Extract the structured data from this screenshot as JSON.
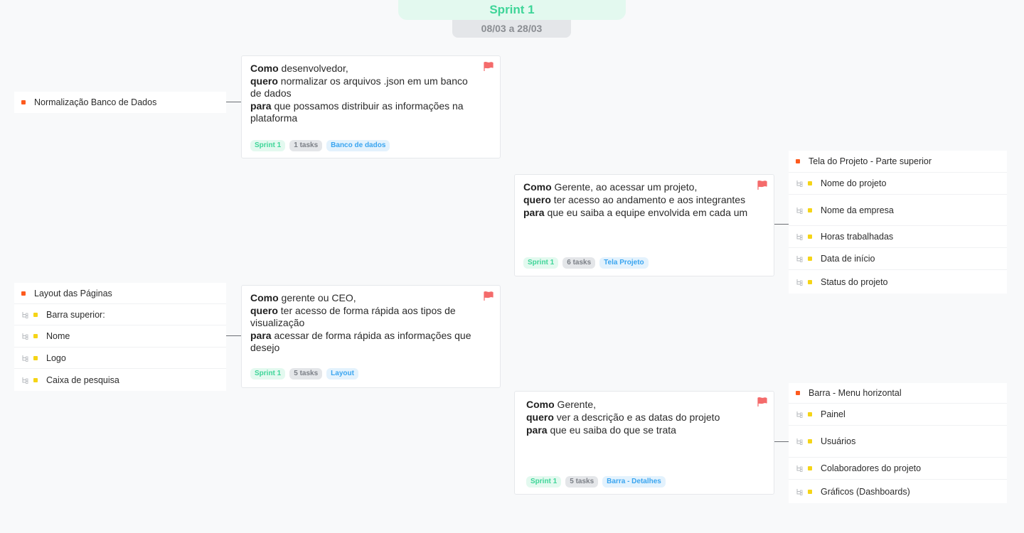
{
  "header": {
    "sprint": "Sprint 1",
    "dates": "08/03 a 28/03"
  },
  "colors": {
    "green": "#3ed598",
    "flag": "#f46b6b",
    "parent": "#fd5a1e",
    "child": "#f5d416",
    "blue": "#3aa5f0"
  },
  "cards": [
    {
      "como": "Como",
      "como_text": " desenvolvedor,",
      "quero": "quero",
      "quero_text": " normalizar os arquivos .json em um banco de dados",
      "para": "para",
      "para_text": " que possamos distribuir as informações na plataforma",
      "tags": {
        "sprint": "Sprint 1",
        "tasks": "1 tasks",
        "label": "Banco de dados"
      }
    },
    {
      "como": "Como",
      "como_text": " Gerente, ao acessar um projeto,",
      "quero": "quero",
      "quero_text": " ter acesso ao andamento e aos integrantes",
      "para": "para",
      "para_text": " que eu saiba a equipe envolvida em cada um",
      "tags": {
        "sprint": "Sprint 1",
        "tasks": "6 tasks",
        "label": "Tela Projeto"
      }
    },
    {
      "como": "Como",
      "como_text": " gerente ou CEO,",
      "quero": "quero",
      "quero_text": " ter acesso de forma rápida aos tipos de visualização",
      "para": "para",
      "para_text": " acessar de forma rápida as informações que desejo",
      "tags": {
        "sprint": "Sprint 1",
        "tasks": "5 tasks",
        "label": "Layout"
      }
    },
    {
      "como": "Como",
      "como_text": " Gerente,",
      "quero": "quero",
      "quero_text": " ver a descrição e as datas do projeto",
      "para": "para",
      "para_text": " que eu saiba do que se trata",
      "tags": {
        "sprint": "Sprint 1",
        "tasks": "5 tasks",
        "label": "Barra - Detalhes"
      }
    }
  ],
  "panels": {
    "banco": {
      "title": "Normalização Banco de Dados",
      "items": []
    },
    "tela": {
      "title": "Tela do Projeto - Parte superior",
      "items": [
        "Nome do projeto",
        "Nome da empresa",
        "Horas trabalhadas",
        "Data de início",
        "Status do projeto"
      ]
    },
    "layout": {
      "title": "Layout das Páginas",
      "items": [
        "Barra superior:",
        "Nome",
        "Logo",
        "Caixa de pesquisa"
      ]
    },
    "barra": {
      "title": "Barra - Menu horizontal",
      "items": [
        "Painel",
        "Usuários",
        "Colaboradores do projeto",
        "Gráficos (Dashboards)"
      ]
    }
  }
}
